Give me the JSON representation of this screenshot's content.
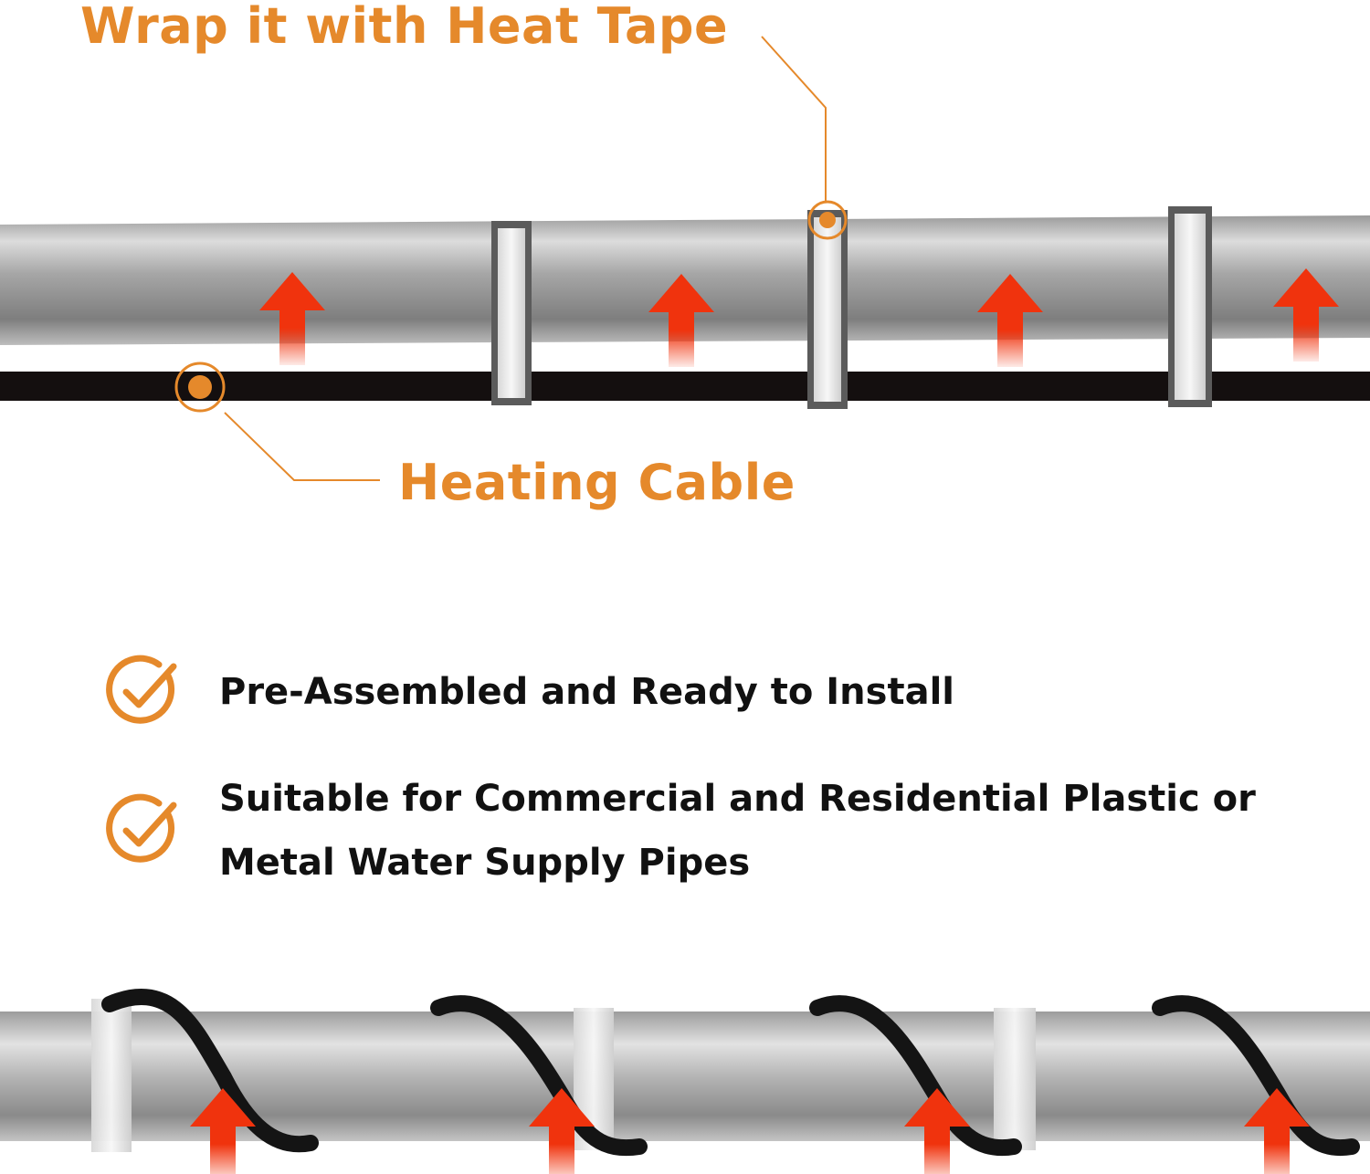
{
  "colors": {
    "accent": "#e5892b",
    "arrow": "#f0330d",
    "cable": "#140f0f",
    "pipe": "#a2a2a2",
    "text": "#111111"
  },
  "callouts": {
    "heat_tape": "Wrap it with Heat Tape",
    "heating_cable": "Heating Cable"
  },
  "features": [
    {
      "icon": "check-circle-icon",
      "text": "Pre-Assembled and Ready to Install"
    },
    {
      "icon": "check-circle-icon",
      "text": "Suitable for Commercial and Residential Plastic or Metal Water Supply Pipes"
    }
  ]
}
